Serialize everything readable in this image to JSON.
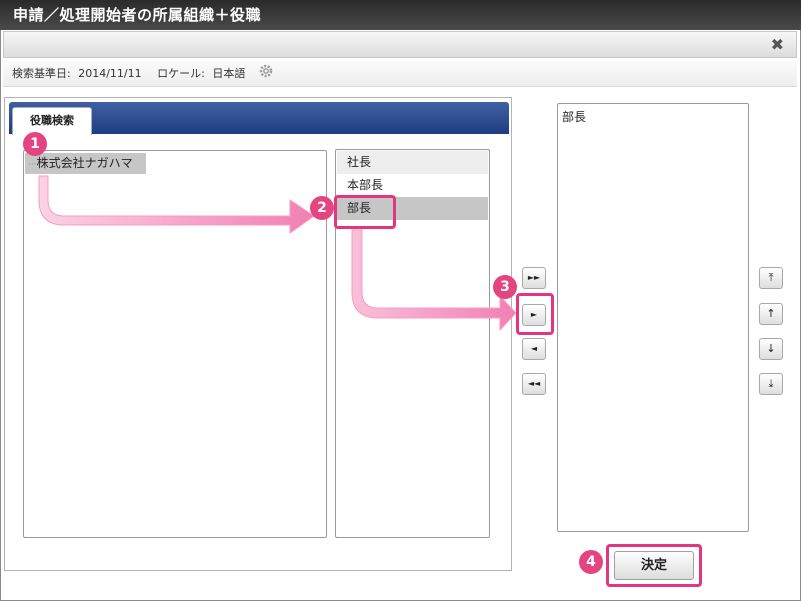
{
  "dialog": {
    "title": "申請／処理開始者の所属組織＋役職",
    "close_symbol": "✖"
  },
  "info": {
    "date_label": "検索基準日:",
    "date_value": "2014/11/11",
    "locale_label": "ロケール:",
    "locale_value": "日本語",
    "settings_icon": "gear-icon"
  },
  "search": {
    "tab_label": "役職検索",
    "tree": {
      "root_prefix": "···",
      "root_label": "株式会社ナガハマ"
    },
    "positions": [
      "社長",
      "本部長",
      "部長"
    ]
  },
  "transfer_buttons": {
    "add_all": "►►",
    "add_one": "►",
    "remove_one": "◄",
    "remove_all": "◄◄"
  },
  "order_buttons": {
    "top": "⤒",
    "up": "↑",
    "down": "↓",
    "bottom": "⤓"
  },
  "selected": {
    "items": [
      "部長"
    ]
  },
  "confirm_label": "決定",
  "annotation": {
    "step_badges": [
      "1",
      "2",
      "3",
      "4"
    ],
    "highlight_color": "#e2367e",
    "arrow_color": "#f590bd"
  }
}
